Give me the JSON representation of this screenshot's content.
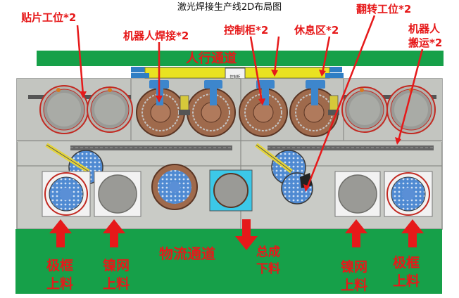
{
  "title": "激光焊接生产线2D布局图",
  "walkway_label": "人行通道",
  "logistics_label": "物流通道",
  "control_box_text": "控制柜",
  "labels": {
    "patch_station": "贴片工位*2",
    "robot_welding": "机器人焊接*2",
    "control_cabinet": "控制柜*2",
    "rest_area": "休息区*2",
    "flip_station": "翻转工位*2",
    "robot_transfer_1": "机器人",
    "robot_transfer_2": "搬运*2",
    "frame_load_left_1": "极框",
    "frame_load_left_2": "上料",
    "mesh_load_left_1": "镍网",
    "mesh_load_left_2": "上料",
    "assembly_unload_1": "总成",
    "assembly_unload_2": "下料",
    "mesh_load_right_1": "镍网",
    "mesh_load_right_2": "上料",
    "frame_load_right_1": "极框",
    "frame_load_right_2": "上料"
  },
  "colors": {
    "aisle_green": "#16a049",
    "cabinet_yellow": "#e9e221",
    "blue_panel": "#2f7ec4",
    "arrow_red": "#e6191a",
    "station_gray": "#9a9a96",
    "ring_red": "#c22a22",
    "disc_blue": "#5a8fd6",
    "cyan_box": "#3cc8e8",
    "robot_yellow": "#e4d43a"
  },
  "icons": [
    "red-arrow-up-icon",
    "red-arrow-down-icon",
    "robot-arm-icon"
  ]
}
